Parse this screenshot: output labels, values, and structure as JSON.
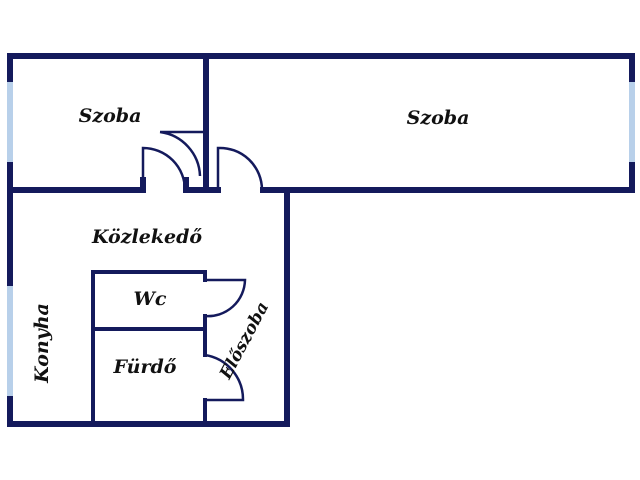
{
  "colors": {
    "wall": "#141a5c",
    "window": "#b8d0ea",
    "door": "#141a5c",
    "background": "#ffffff",
    "label": "#111111"
  },
  "rooms": {
    "room_left": "Szoba",
    "room_right": "Szoba",
    "corridor": "Közlekedő",
    "wc": "Wc",
    "bathroom": "Fürdő",
    "kitchen": "Konyha",
    "hall": "Előszoba"
  }
}
